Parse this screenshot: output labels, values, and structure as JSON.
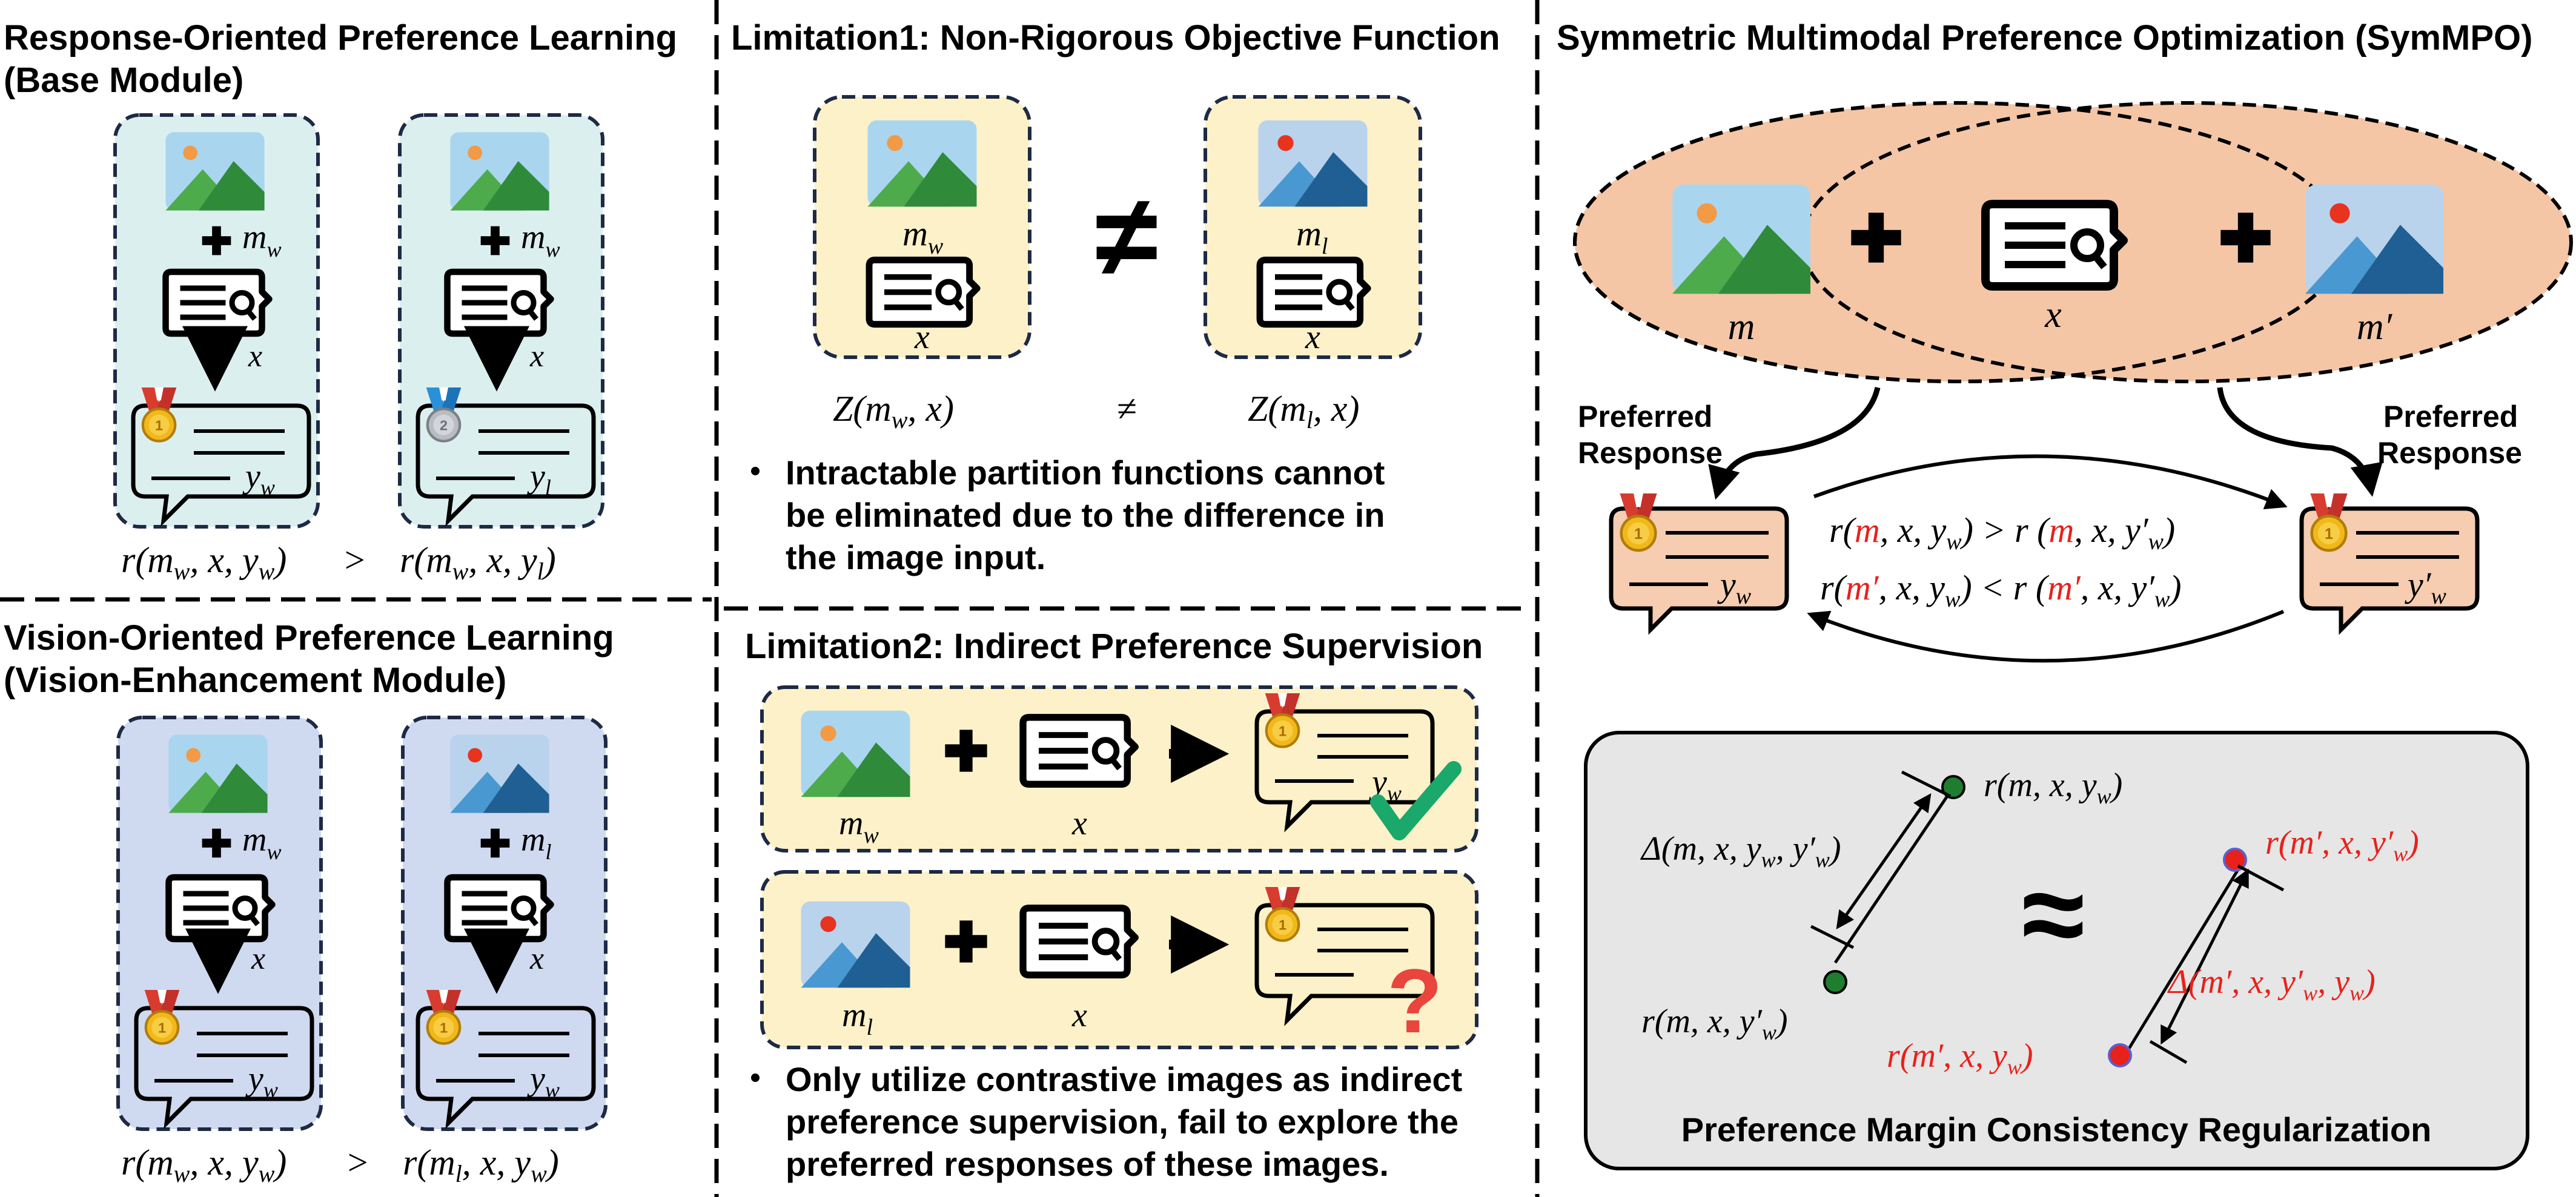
{
  "panels": {
    "base": {
      "title_line1": "Response-Oriented Preference Learning",
      "title_line2": "(Base Module)",
      "card_left": {
        "m_label": "m",
        "m_sub": "w",
        "x_label": "x",
        "y_label": "y",
        "y_sub": "w",
        "medal": "gold"
      },
      "card_right": {
        "m_label": "m",
        "m_sub": "w",
        "x_label": "x",
        "y_label": "y",
        "y_sub": "l",
        "medal": "silver"
      },
      "formula": "r(mw, x, yw)  >  r(mw, x, yl)",
      "formula_parts": [
        "r(m",
        "w",
        ", x, y",
        "w",
        ")",
        ">",
        "r(m",
        "w",
        ", x, y",
        "l",
        ")"
      ]
    },
    "vision": {
      "title_line1": "Vision-Oriented Preference Learning",
      "title_line2": "(Vision-Enhancement  Module)",
      "card_left": {
        "m_label": "m",
        "m_sub": "w",
        "x_label": "x",
        "y_label": "y",
        "y_sub": "w",
        "medal": "gold"
      },
      "card_right": {
        "m_label": "m",
        "m_sub": "l",
        "x_label": "x",
        "y_label": "y",
        "y_sub": "w",
        "medal": "gold"
      },
      "formula_parts": [
        "r(m",
        "w",
        ", x, y",
        "w",
        ")",
        ">",
        "r(m",
        "l",
        ", x, y",
        "w",
        ")"
      ]
    },
    "limitation1": {
      "title": "Limitation1: Non-Rigorous Objective Function",
      "card_left": {
        "m_label": "m",
        "m_sub": "w",
        "x_label": "x"
      },
      "card_right": {
        "m_label": "m",
        "m_sub": "l",
        "x_label": "x"
      },
      "neq_symbol": "≠",
      "z_left": [
        "Z(m",
        "w",
        ", x)"
      ],
      "z_right": [
        "Z(m",
        "l",
        ", x)"
      ],
      "bullet_lines": [
        "Intractable partition functions cannot",
        "be eliminated due to the difference in",
        "the image input."
      ]
    },
    "limitation2": {
      "title": "Limitation2: Indirect Preference Supervision",
      "row1": {
        "m_label": "m",
        "m_sub": "w",
        "x_label": "x",
        "y_label": "y",
        "y_sub": "w",
        "mark": "check"
      },
      "row2": {
        "m_label": "m",
        "m_sub": "l",
        "x_label": "x",
        "mark": "?"
      },
      "bullet_lines": [
        "Only utilize contrastive images as indirect",
        "preference supervision, fail to explore the",
        "preferred responses of these images."
      ]
    },
    "symmpo": {
      "title": "Symmetric Multimodal Preference Optimization (SymMPO)",
      "m_label": "m",
      "m_prime_label": "m′",
      "x_label": "x",
      "preferred_left": [
        "Preferred",
        "Response"
      ],
      "preferred_right": [
        "Preferred",
        "Response"
      ],
      "resp_left": {
        "y": "y",
        "sub": "w"
      },
      "resp_right": {
        "y": "y′",
        "sub": "w"
      },
      "ineq1": [
        "r(",
        "m",
        ", x, y",
        "w",
        ") > r (",
        "m",
        ", x, y′",
        "w",
        ")"
      ],
      "ineq2": [
        "r(",
        "m′",
        ", x, y",
        "w",
        ") < r (",
        "m′",
        ", x, y′",
        "w",
        ")"
      ]
    },
    "margin": {
      "title": "Preference Margin Consistency Regularization",
      "approx": "≈",
      "green_top": [
        "r(m, x, y",
        "w",
        ")"
      ],
      "green_bottom": [
        "r(m, x, y′",
        "w",
        ")"
      ],
      "delta_left": [
        "Δ(m, x, y",
        "w",
        ", y′",
        "w",
        ")"
      ],
      "red_top": [
        "r(m′, x, y′",
        "w",
        ")"
      ],
      "red_bottom": [
        "r(m′, x, y",
        "w",
        ")"
      ],
      "delta_right": [
        "Δ(m′, x, y′",
        "w",
        ", y",
        "w",
        ")"
      ]
    }
  },
  "colors": {
    "card_teal": "#dcefef",
    "card_blue": "#cfd9f0",
    "card_yellow": "#fdf1c9",
    "ellipse_fill": "#f4c6a6",
    "resp_fill": "#f6cdb0",
    "margin_bg": "#e6e6e6",
    "accent_red": "#e8211b",
    "green_dot": "#1e7d2e",
    "check_green": "#1aa86b",
    "question_red": "#e8453c"
  }
}
